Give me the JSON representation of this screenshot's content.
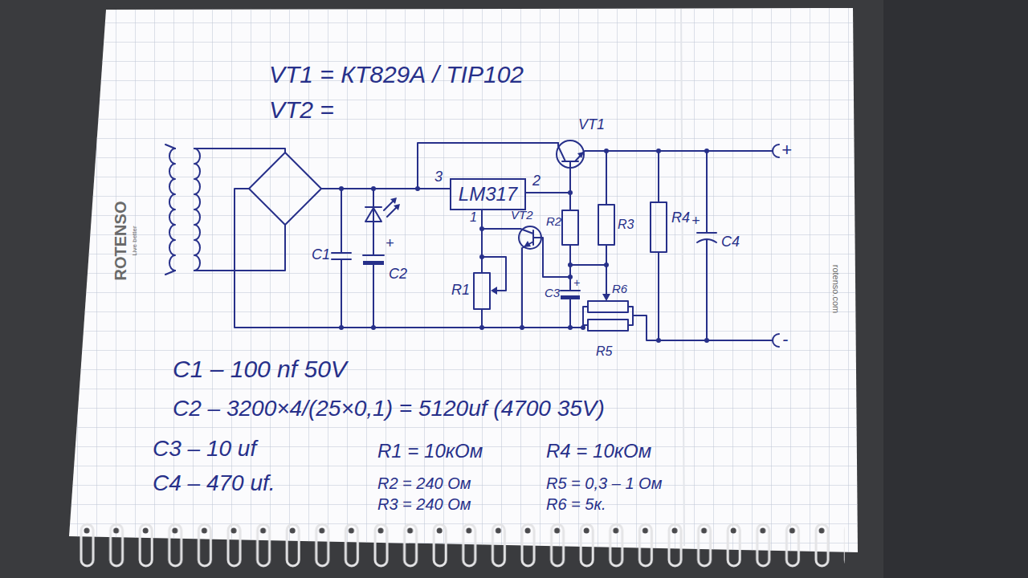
{
  "diagram": {
    "nodes": [
      {
        "text": [
          "LM317"
        ]
      }
    ],
    "labels": [
      "VT1 = КТ829А / TIP102",
      "VT2 =",
      "3",
      "2",
      "1",
      "VT1",
      "VT2",
      "R2",
      "R3",
      "R4",
      "C4",
      "+",
      "C1",
      "C2",
      "+",
      "R1",
      "C3",
      "+",
      "R6",
      "R5",
      "+",
      "-",
      "C1 – 100 nf 50V",
      "C2 – 3200×4/(25×0,1) = 5120uf (4700 35V)",
      "C3 – 10 uf",
      "R1 = 10кОм",
      "R4 = 10кОм",
      "C4 – 470 uf.",
      "R2 = 240 Ом",
      "R5 = 0,3 – 1 Ом",
      "R3 = 240 Ом",
      "R6 = 5к.",
      "ROTENSO",
      "Live better",
      "rotenso.com"
    ]
  }
}
